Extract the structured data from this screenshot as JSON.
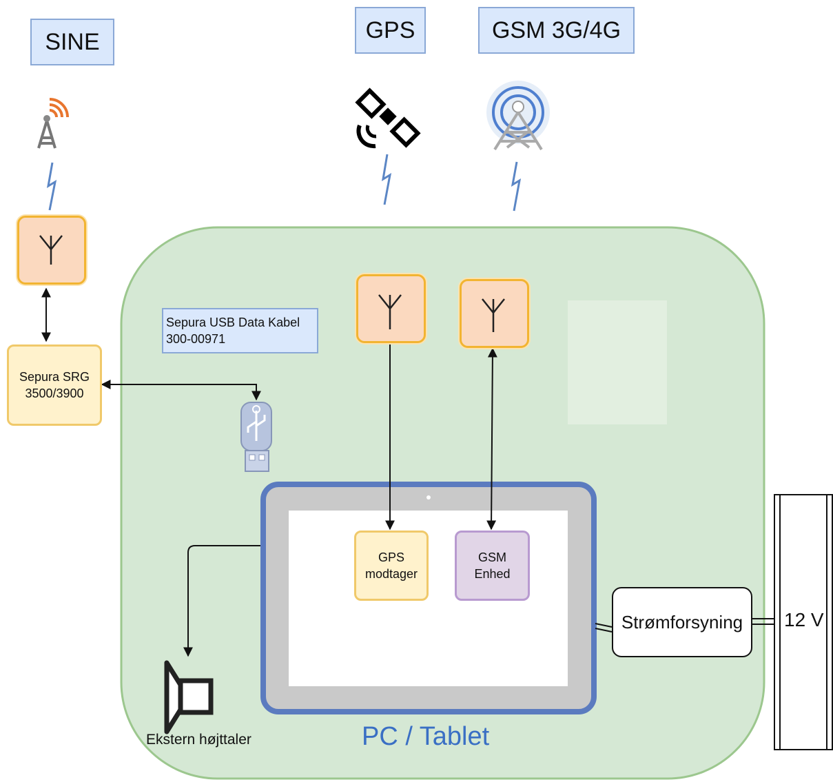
{
  "labels": {
    "sine": "SINE",
    "gps": "GPS",
    "gsm": "GSM 3G/4G",
    "usb_cable": "Sepura USB Data Kabel 300-00971",
    "usb_cable_line1": "Sepura USB Data Kabel",
    "usb_cable_line2": "300-00971",
    "srg_line1": "Sepura SRG",
    "srg_line2": "3500/3900",
    "gps_receiver_line1": "GPS",
    "gps_receiver_line2": "modtager",
    "gsm_unit_line1": "GSM",
    "gsm_unit_line2": "Enhed",
    "power_supply": "Strømforsyning",
    "voltage": "12 V",
    "speaker": "Ekstern højttaler",
    "device": "PC / Tablet"
  },
  "icons": {
    "sine": "radio-tower-icon",
    "gps": "satellite-icon",
    "gsm": "cell-tower-icon",
    "usb": "usb-stick-icon",
    "speaker": "speaker-icon",
    "antenna": "antenna-icon",
    "signal": "lightning-signal-icon"
  },
  "colors": {
    "label_fill": "#dae8fc",
    "label_stroke": "#8aa8d6",
    "container_fill": "#d5e8d4",
    "container_stroke": "#9cc78e",
    "antenna_fill": "#fbd9bf",
    "antenna_stroke": "#f2b431",
    "yellow_fill": "#fff2cc",
    "purple_fill": "#e1d5e7",
    "tablet_frame": "#c9c9c9",
    "tablet_border": "#5b7bbf",
    "device_text": "#3a6fc4"
  }
}
